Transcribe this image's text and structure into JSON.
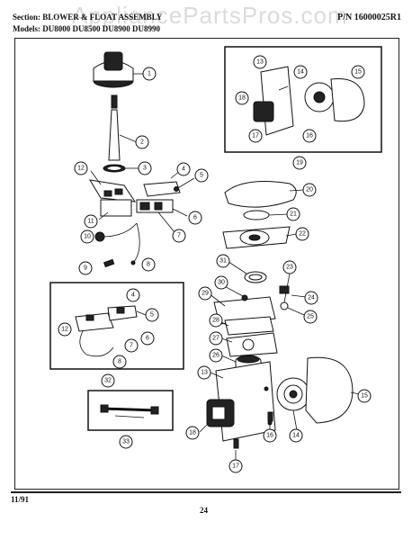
{
  "header": {
    "section": "Section: BLOWER & FLOAT ASSEMBLY",
    "model": "Models: DU8000 DU8500 DU8900 DU8990",
    "part_number": "P/N 16000025R1",
    "watermark": "AppliancePartsPros.com"
  },
  "footer": {
    "date": "11/91",
    "page": "24"
  },
  "callouts": [
    "1",
    "2",
    "3",
    "4",
    "5",
    "6",
    "7",
    "8",
    "9",
    "10",
    "11",
    "12",
    "13",
    "14",
    "15",
    "16",
    "17",
    "18",
    "19",
    "20",
    "21",
    "22",
    "23",
    "24",
    "25",
    "26",
    "27",
    "28",
    "29",
    "30",
    "31",
    "32",
    "33"
  ],
  "group_labels": {
    "inset_blower": "19",
    "inset_float": "32",
    "inset_hose": "33"
  }
}
